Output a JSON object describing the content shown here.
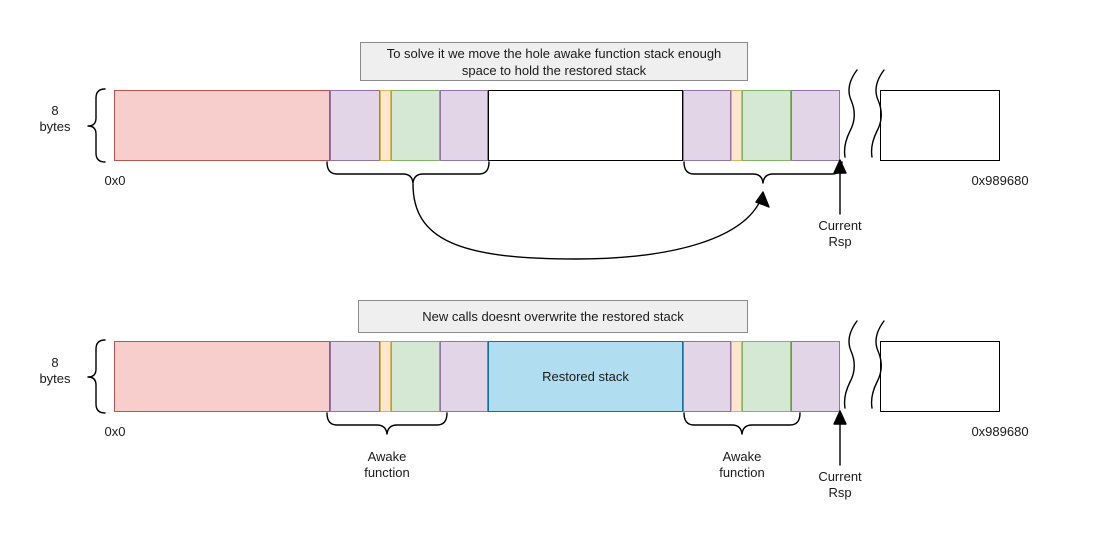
{
  "diagram": {
    "title_hidden": "",
    "background": "#ffffff",
    "palette": {
      "red_fill": "#f8cecc",
      "red_stroke": "#b85450",
      "purple_fill": "#e1d5e7",
      "purple_stroke": "#9673a6",
      "yellow_fill": "#ffe6cc",
      "yellow_stroke": "#d6b656",
      "green_fill": "#d5e8d4",
      "green_stroke": "#82b366",
      "blue_fill": "#b1ddf0",
      "blue_stroke": "#10739e",
      "white_fill": "#ffffff",
      "stroke": "#000000",
      "callout_fill": "#efefef",
      "callout_stroke": "#8a8a8a"
    },
    "panels": [
      {
        "id": "top",
        "callout": "To solve it we move the hole awake function stack enough space to hold the restored stack",
        "left_label": "8\nbytes",
        "start_address": "0x0",
        "end_address": "0x989680",
        "pointer_label": "Current\nRsp",
        "segments": [
          {
            "name": "used-stack",
            "color": "red",
            "label": ""
          },
          {
            "name": "awake-frame-a-purple-left",
            "color": "purple",
            "label": ""
          },
          {
            "name": "awake-frame-a-yellow",
            "color": "yellow",
            "label": ""
          },
          {
            "name": "awake-frame-a-green",
            "color": "green",
            "label": ""
          },
          {
            "name": "awake-frame-a-purple-right",
            "color": "purple",
            "label": ""
          },
          {
            "name": "hole-gap",
            "color": "white",
            "label": ""
          },
          {
            "name": "awake-frame-b-purple-left",
            "color": "purple",
            "label": ""
          },
          {
            "name": "awake-frame-b-yellow",
            "color": "yellow",
            "label": ""
          },
          {
            "name": "awake-frame-b-green",
            "color": "green",
            "label": ""
          },
          {
            "name": "awake-frame-b-purple-right",
            "color": "purple",
            "label": ""
          },
          {
            "name": "tail-region",
            "color": "white",
            "label": ""
          }
        ],
        "braces": [
          {
            "name": "awake-function-source",
            "label": ""
          },
          {
            "name": "awake-function-destination",
            "label": ""
          }
        ],
        "move_arrow": "move awake function stack"
      },
      {
        "id": "bottom",
        "callout": "New calls doesnt overwrite the restored stack",
        "left_label": "8\nbytes",
        "start_address": "0x0",
        "end_address": "0x989680",
        "pointer_label": "Current\nRsp",
        "restored_label": "Restored\nstack",
        "segments": [
          {
            "name": "used-stack",
            "color": "red",
            "label": ""
          },
          {
            "name": "awake-frame-a-purple-left",
            "color": "purple",
            "label": ""
          },
          {
            "name": "awake-frame-a-yellow",
            "color": "yellow",
            "label": ""
          },
          {
            "name": "awake-frame-a-green",
            "color": "green",
            "label": ""
          },
          {
            "name": "awake-frame-a-purple-right",
            "color": "purple",
            "label": ""
          },
          {
            "name": "restored-stack",
            "color": "blue",
            "label": "Restored\nstack"
          },
          {
            "name": "awake-frame-b-purple-left",
            "color": "purple",
            "label": ""
          },
          {
            "name": "awake-frame-b-yellow",
            "color": "yellow",
            "label": ""
          },
          {
            "name": "awake-frame-b-green",
            "color": "green",
            "label": ""
          },
          {
            "name": "awake-frame-b-purple-right",
            "color": "purple",
            "label": ""
          },
          {
            "name": "tail-region",
            "color": "white",
            "label": ""
          }
        ],
        "braces": [
          {
            "name": "awake-function-left",
            "label": "Awake\nfunction"
          },
          {
            "name": "awake-function-right",
            "label": "Awake\nfunction"
          }
        ]
      }
    ]
  }
}
